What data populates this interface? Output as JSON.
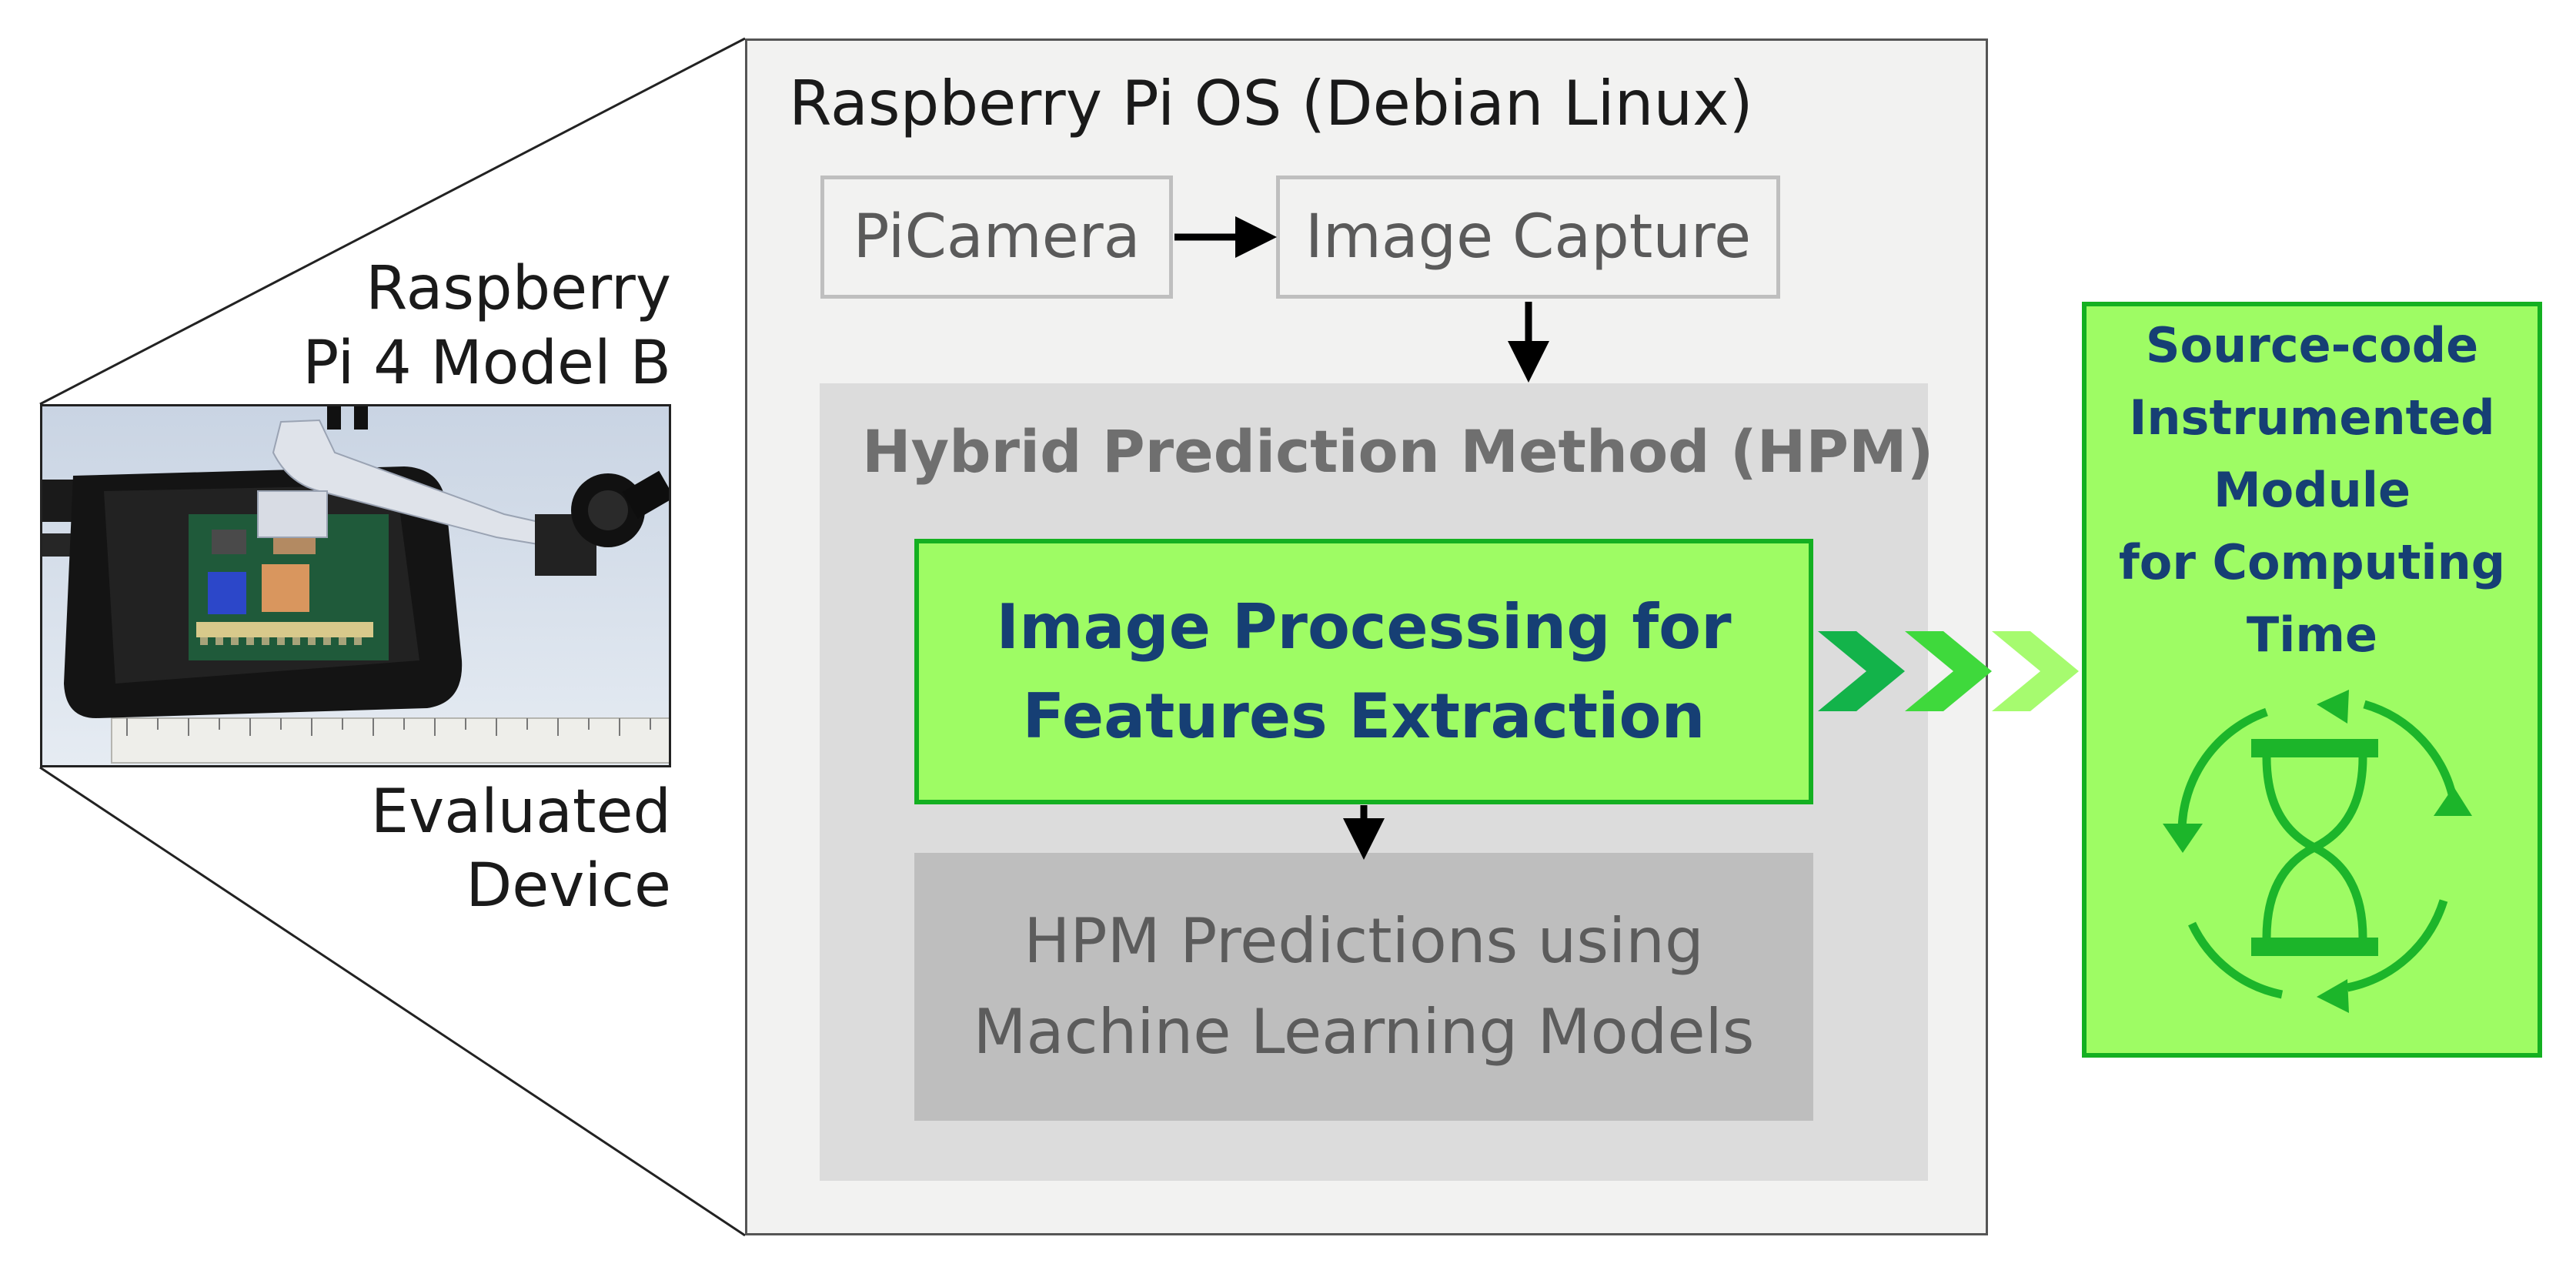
{
  "device": {
    "name_line1": "Raspberry",
    "name_line2": "Pi 4 Model B",
    "caption_line1": "Evaluated",
    "caption_line2": "Device"
  },
  "os": {
    "title": "Raspberry Pi OS (Debian Linux)"
  },
  "pipeline": {
    "picamera": "PiCamera",
    "image_capture": "Image Capture"
  },
  "hpm": {
    "title": "Hybrid Prediction Method (HPM)",
    "processing_line1": "Image Processing for",
    "processing_line2": "Features Extraction",
    "predictions_line1": "HPM Predictions using",
    "predictions_line2": "Machine Learning Models"
  },
  "module": {
    "line1": "Source-code",
    "line2": "Instrumented",
    "line3": "Module",
    "line4": "for Computing",
    "line5": "Time"
  },
  "icons": {
    "device_photo": "raspberry-pi-device-photo",
    "timer": "hourglass-cycle-icon",
    "flow": "double-chevron-right-icon"
  },
  "colors": {
    "accent_green": "#9efc64",
    "border_green": "#14b021",
    "text_blue": "#163f74",
    "chevron_dark": "#13b34a",
    "chevron_mid": "#3fd93c",
    "chevron_light": "#a6fb6f",
    "hourglass": "#1cb52a"
  }
}
